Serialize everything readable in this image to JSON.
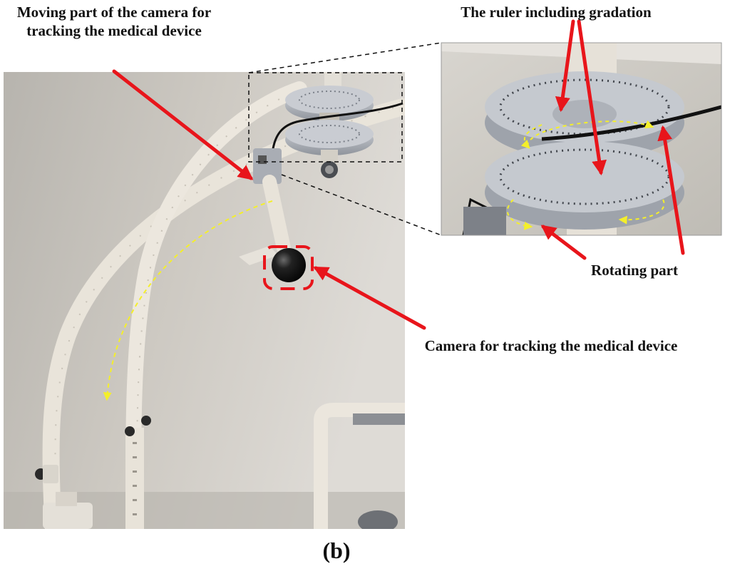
{
  "labels": {
    "moving_part": "Moving part of the camera for tracking the medical device",
    "ruler": "The ruler including gradation",
    "rotating": "Rotating part",
    "camera": "Camera for tracking the medical device",
    "figure_label": "(b)"
  },
  "colors": {
    "arrow": "#e8151b",
    "dashed_arrow": "#f4ef2a",
    "callout_box": "#111111",
    "wall_left": "#c6c2bb",
    "wall_right": "#d9d6d0",
    "arc": "#ebe6dc",
    "disk": "#b9bdc4",
    "camera_dome": "#1a1a1a"
  }
}
